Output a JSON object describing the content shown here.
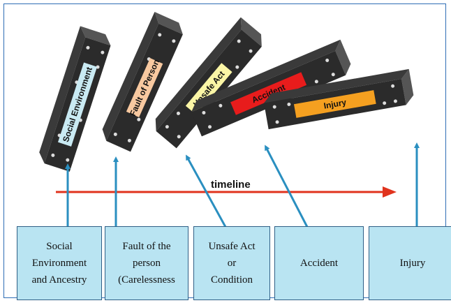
{
  "dominoes": [
    {
      "id": "social",
      "label": "Social Environment",
      "color": "#c9eaf3"
    },
    {
      "id": "fault",
      "label": "Fault of Person",
      "color": "#f8c9a0"
    },
    {
      "id": "unsafe",
      "label": "Unsafe Act",
      "color": "#fbf6a6"
    },
    {
      "id": "accident",
      "label": "Accident",
      "color": "#e81c1c"
    },
    {
      "id": "injury",
      "label": "Injury",
      "color": "#f5a020"
    }
  ],
  "timeline": {
    "label": "timeline",
    "color": "#e0331d"
  },
  "arrow_color": "#2a8fc0",
  "boxes": [
    {
      "id": "social",
      "text": "Social\nEnvironment\nand Ancestry"
    },
    {
      "id": "fault",
      "text": "Fault of the\nperson\n(Carelessness"
    },
    {
      "id": "unsafe",
      "text": "Unsafe Act\nor\nCondition"
    },
    {
      "id": "accident",
      "text": "Accident"
    },
    {
      "id": "injury",
      "text": "Injury"
    }
  ]
}
